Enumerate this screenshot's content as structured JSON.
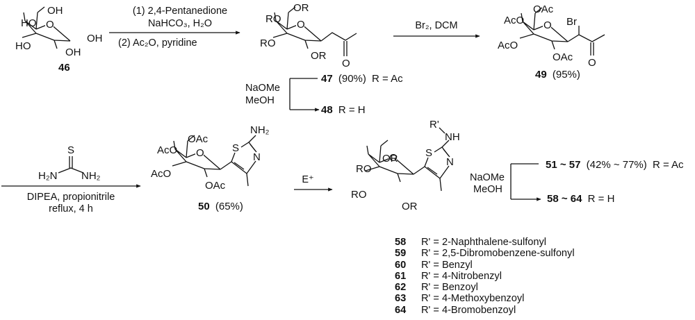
{
  "scheme": {
    "title": "Synthesis of galactosyl thiazole derivatives",
    "compounds": {
      "c46": {
        "label": "46",
        "groups": {
          "c6": "OH",
          "c4": "HO",
          "c3": "HO",
          "c2": "OH",
          "c1": "OH"
        }
      },
      "c47_48": {
        "groups": {
          "c6": "OR",
          "c4": "RO",
          "c3": "RO",
          "c2": "OR",
          "carbonyl_o": "O"
        }
      },
      "c47": {
        "label": "47",
        "yield": "(90%)",
        "r": "R = Ac"
      },
      "c48": {
        "label": "48",
        "r": "R = H"
      },
      "c49": {
        "label": "49",
        "yield": "(95%)",
        "groups": {
          "c6": "OAc",
          "c4": "AcO",
          "c3": "AcO",
          "c2": "OAc",
          "br": "Br",
          "carbonyl_o": "O"
        }
      },
      "c50": {
        "label": "50",
        "yield": "(65%)",
        "groups": {
          "c6": "OAc",
          "c4": "AcO",
          "c3": "AcO",
          "c2": "OAc",
          "s": "S",
          "n": "N",
          "nh2": "NH₂"
        }
      },
      "final": {
        "groups": {
          "c6": "OR",
          "c4": "RO",
          "c3": "RO",
          "c2": "OR",
          "s": "S",
          "n": "N",
          "nh": "NH",
          "rprime": "R'"
        }
      },
      "c51_57": {
        "label": "51 ~ 57",
        "yield": "(42% ~ 77%)",
        "r": "R = Ac"
      },
      "c58_64": {
        "label": "58 ~ 64",
        "r": "R = H"
      }
    },
    "steps": {
      "step1": {
        "line1": "(1) 2,4-Pentanedione",
        "line2": "NaHCO₃, H₂O",
        "line3": "(2) Ac₂O, pyridine"
      },
      "step2": {
        "line1": "NaOMe",
        "line2": "MeOH"
      },
      "step3": {
        "line1": "Br₂, DCM"
      },
      "step4": {
        "thiourea_s": "S",
        "thiourea_n1": "H₂N",
        "thiourea_n2": "NH₂",
        "line1": "DIPEA, propionitrile",
        "line2": "reflux, 4 h"
      },
      "step5": {
        "line1": "E⁺"
      },
      "step6": {
        "line1": "NaOMe",
        "line2": "MeOH"
      }
    },
    "substituents": [
      {
        "num": "58",
        "text": "R' = 2-Naphthalene-sulfonyl"
      },
      {
        "num": "59",
        "text": "R' = 2,5-Dibromobenzene-sulfonyl"
      },
      {
        "num": "60",
        "text": "R' = Benzyl"
      },
      {
        "num": "61",
        "text": "R' = 4-Nitrobenzyl"
      },
      {
        "num": "62",
        "text": "R' = Benzoyl"
      },
      {
        "num": "63",
        "text": "R' = 4-Methoxybenzoyl"
      },
      {
        "num": "64",
        "text": "R' = 4-Bromobenzoyl"
      }
    ]
  }
}
